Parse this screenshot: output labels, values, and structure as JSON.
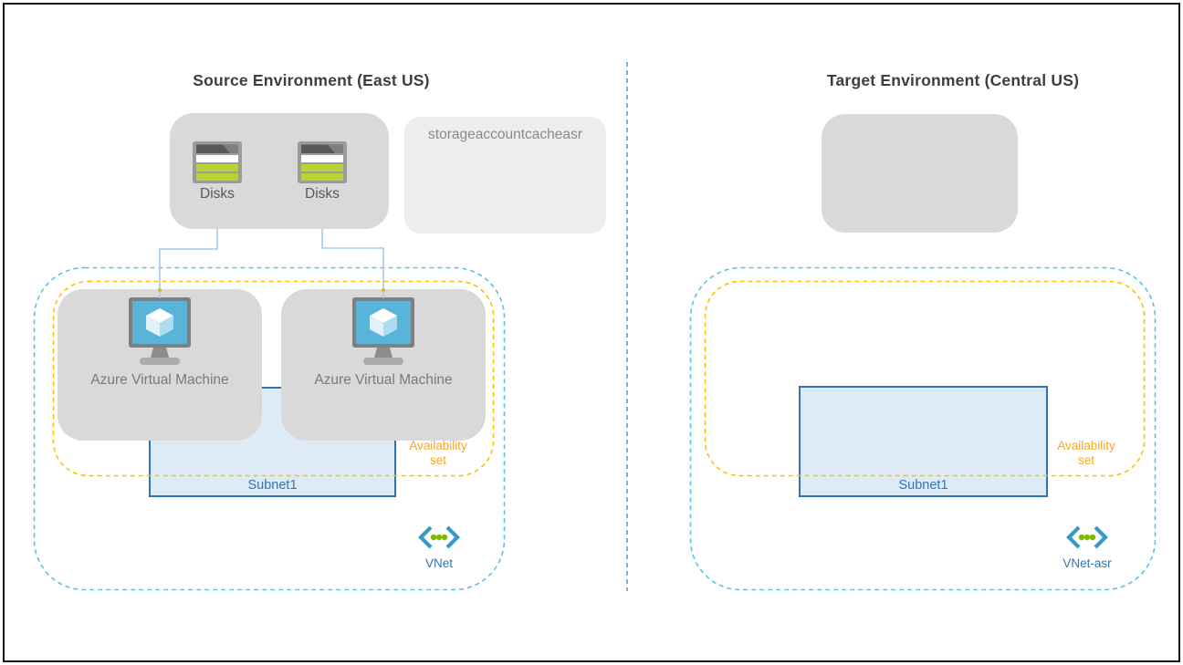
{
  "diagram": {
    "source": {
      "title": "Source Environment (East US)",
      "disk1_label": "Disks",
      "disk2_label": "Disks",
      "cache_storage_label": "storageaccountcacheasr",
      "vm1_label": "Azure Virtual Machine",
      "vm2_label": "Azure Virtual Machine",
      "subnet_label": "Subnet1",
      "availability_set_label": "Availability set",
      "vnet_label": "VNet"
    },
    "target": {
      "title": "Target Environment (Central US)",
      "subnet_label": "Subnet1",
      "availability_set_label": "Availability set",
      "vnet_label": "VNet-asr"
    },
    "icons": {
      "disk": "disk-icon",
      "vm": "azure-vm-icon",
      "vnet": "vnet-icon"
    },
    "colors": {
      "container_gray": "#D9D9D9",
      "storage_gray": "#EDEDED",
      "subnet_fill": "#DEEBF7",
      "subnet_border": "#2E74B5",
      "subnet_text": "#2E75B6",
      "vnet_dash_cyan": "#56C4E8",
      "availability_dash_gold": "#FFC000",
      "availability_text_orange": "#F9A825",
      "divider_blue": "#5B9BD5",
      "connector_blue": "#A7C9E8",
      "vm_screen_blue": "#59B4D9",
      "disk_stripe_green": "#B8D432",
      "vnet_icon_blue": "#3999C6",
      "vnet_icon_green": "#7FBA00",
      "title_text": "#3E3E3E"
    }
  }
}
